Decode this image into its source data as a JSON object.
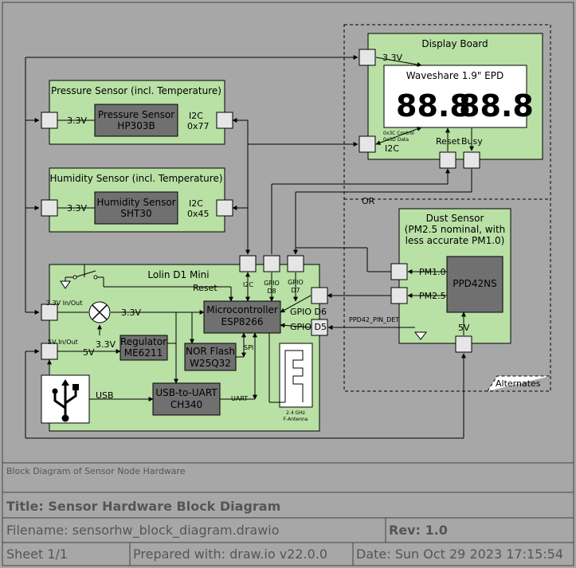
{
  "blocks": {
    "display_board": "Display Board",
    "epd": "Waveshare 1.9\" EPD",
    "epd_digits": [
      "88.8",
      "88.8"
    ],
    "epd_ctrl": "0x3C Control",
    "epd_data": "0x3D Data",
    "pressure_group": "Pressure Sensor (incl. Temperature)",
    "pressure_chip": [
      "Pressure Sensor",
      "HP303B"
    ],
    "humidity_group": "Humidity Sensor (incl. Temperature)",
    "humidity_chip": [
      "Humidity Sensor",
      "SHT30"
    ],
    "dust_group": [
      "Dust Sensor",
      "(PM2.5 nominal, with",
      "less accurate PM1.0)"
    ],
    "dust_chip": "PPD42NS",
    "lolin": "Lolin D1 Mini",
    "mcu": [
      "Microcontroller",
      "ESP8266"
    ],
    "regulator": [
      "Regulator",
      "ME6211"
    ],
    "nor": [
      "NOR Flash",
      "W25Q32"
    ],
    "uart_chip": [
      "USB-to-UART",
      "CH340"
    ],
    "antenna": [
      "2.4 GHz",
      "F-Antenna"
    ],
    "alternates": "Alternates"
  },
  "labels": {
    "v33": "3.3V",
    "v5": "5V",
    "i2c": "I2C",
    "addr_77": "0x77",
    "addr_45": "0x45",
    "reset": "Reset",
    "busy": "Busy",
    "or": "OR",
    "pm10": "PM1.0",
    "pm25": "PM2.5",
    "gpio_d8": [
      "GPIO",
      "D8"
    ],
    "gpio_d7": [
      "GPIO",
      "D7"
    ],
    "gpio_d6": "GPIO D6",
    "gpio_d5": "GPIO D5",
    "ppd_pin": "PPD42_PIN_DET",
    "v33_inout": "3.3V In/Out",
    "v5_inout": "5V In/Out",
    "spi": "SPI",
    "uart": "UART",
    "usb": "USB"
  },
  "title_block": {
    "description": "Block Diagram of Sensor Node Hardware",
    "title": "Title: Sensor Hardware Block Diagram",
    "filename": "Filename: sensorhw_block_diagram.drawio",
    "rev": "Rev: 1.0",
    "sheet": "Sheet 1/1",
    "prepared": "Prepared with: draw.io v22.0.0",
    "date": "Date: Sun Oct 29 2023 17:15:54"
  },
  "colors": {
    "background": "#a7a7a7",
    "block_fill": "#b9e0a5",
    "chip_fill": "#707070",
    "connector_fill": "#e6e6e6",
    "line": "#000000"
  }
}
